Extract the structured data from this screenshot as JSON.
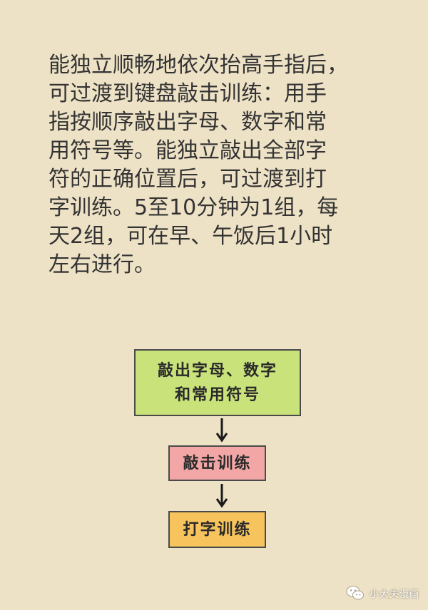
{
  "paragraph": {
    "lines": [
      "能独立顺畅地依次抬高手指后，",
      "可过渡到键盘敲击训练：用手",
      "指按顺序敲出字母、数字和常",
      "用符号等。能独立敲出全部字",
      "符的正确位置后，可过渡到打",
      "字训练。5至10分钟为1组，每",
      "天2组，可在早、午饭后1小时",
      "左右进行。"
    ]
  },
  "flowchart": {
    "step1": {
      "line1": "敲出字母、数字",
      "line2": "和常用符号",
      "color": "#c9e27a"
    },
    "step2": {
      "label": "敲击训练",
      "color": "#f2a6a6"
    },
    "step3": {
      "label": "打字训练",
      "color": "#f6c35d"
    }
  },
  "watermark": {
    "text": "小大夫漫画",
    "icon": "wechat-icon"
  }
}
